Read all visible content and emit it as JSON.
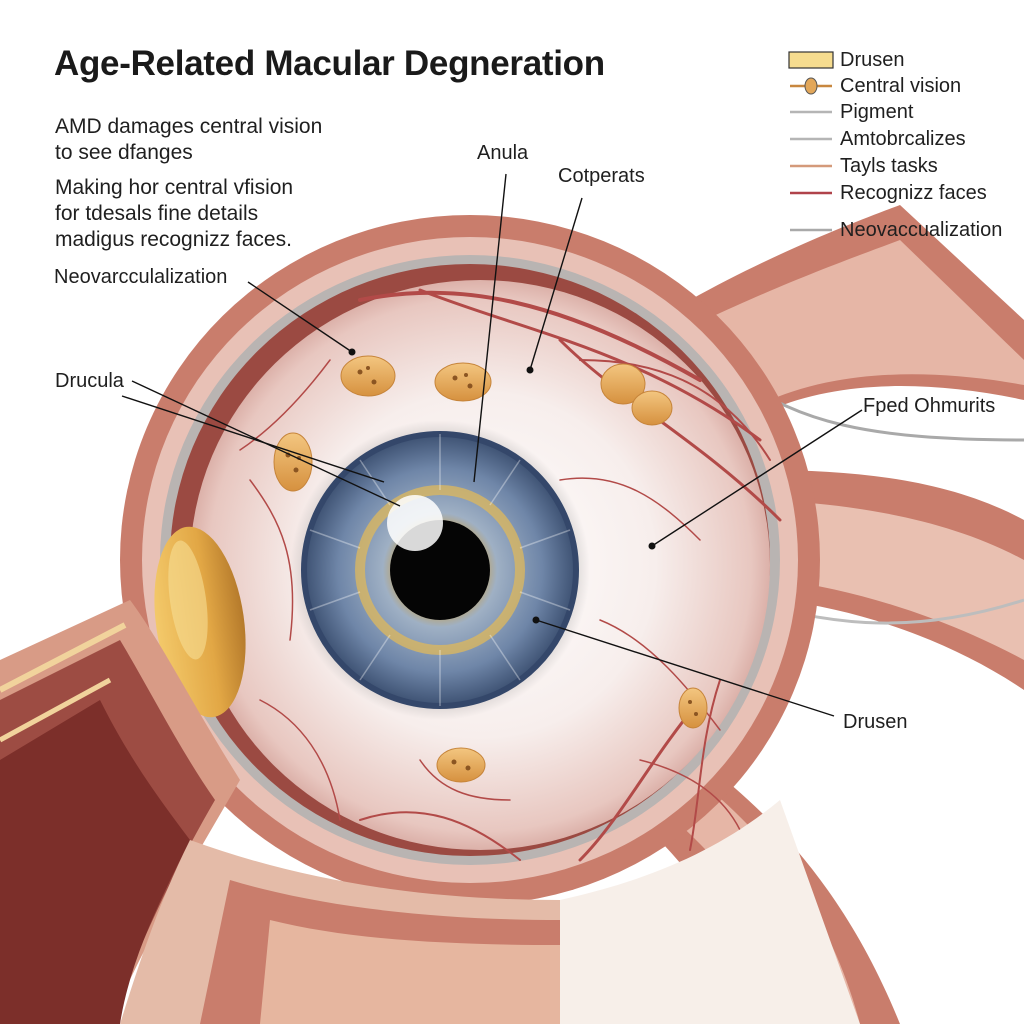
{
  "title": "Age-Related Macular Degneration",
  "description": {
    "block1": [
      "AMD damages central vision",
      "to see dfanges"
    ],
    "block2": [
      "Making hor central vfision",
      "for tdesals fine details",
      "madigus recognizz faces."
    ]
  },
  "labels": {
    "neovascularization": "Neovarcculalization",
    "drucula": "Drucula",
    "anula": "Anula",
    "cotperats": "Cotperats",
    "fped_ohmurits": "Fped Ohmurits",
    "drusen": "Drusen"
  },
  "legend": [
    {
      "label": "Drusen",
      "swatch": "box",
      "color": "#f6dc8f"
    },
    {
      "label": "Central vision",
      "swatch": "dot-line",
      "color": "#c8873f"
    },
    {
      "label": "Pigment",
      "swatch": "line",
      "color": "#b5b5b5"
    },
    {
      "label": "Amtobrcalizes",
      "swatch": "line",
      "color": "#b5b5b5"
    },
    {
      "label": "Tayls tasks",
      "swatch": "line",
      "color": "#d49a7a"
    },
    {
      "label": "Recognizz faces",
      "swatch": "line",
      "color": "#b0434a"
    },
    {
      "label": "Neovaccualization",
      "swatch": "line",
      "color": "#a9a9a9"
    }
  ],
  "colors": {
    "tissue": "#c97d6c",
    "tissue_dark": "#8e3e37",
    "sclera": "#f3e7e3",
    "iris": "#6f86a8",
    "drusen": "#e2a75a",
    "vessel": "#b24a48"
  }
}
